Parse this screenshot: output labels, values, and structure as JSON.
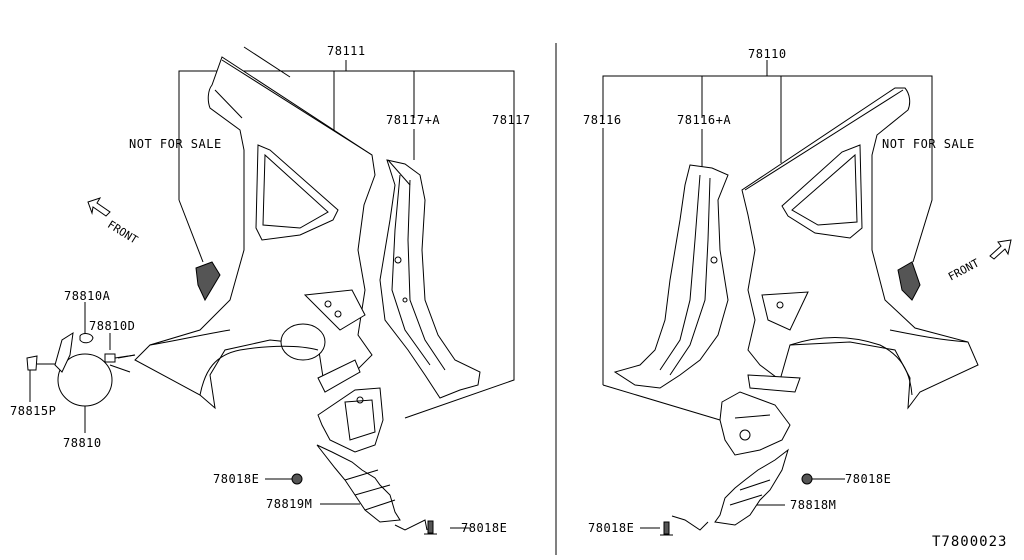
{
  "diagram": {
    "code": "T7800023",
    "left_group": {
      "assembly": "78111",
      "not_for_sale": "NOT FOR SALE",
      "front": "FRONT",
      "parts": {
        "pillar_a": "78117+A",
        "pillar": "78117",
        "bolt_a": "78810A",
        "grommet_d": "78810D",
        "spring_p": "78815P",
        "fuel_lid": "78810",
        "clip_top": "78018E",
        "bracket": "78819M",
        "clip_bottom": "78018E"
      }
    },
    "right_group": {
      "assembly": "78110",
      "not_for_sale": "NOT FOR SALE",
      "front": "FRONT",
      "parts": {
        "pillar": "78116",
        "pillar_a": "78116+A",
        "clip_top": "78018E",
        "bracket": "78818M",
        "clip_bottom": "78018E"
      }
    }
  }
}
